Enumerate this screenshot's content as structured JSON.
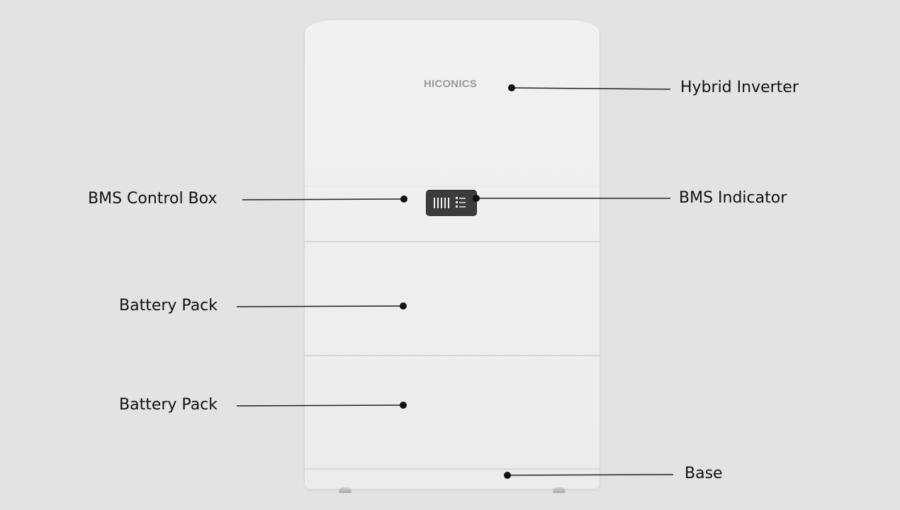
{
  "brand_logo": "HICONICS",
  "colors": {
    "background": "#e3e3e3",
    "cabinet": "#efefef",
    "indicator": "#3c3c3c",
    "callout": "#111111"
  },
  "callouts": {
    "hybrid_inverter": "Hybrid Inverter",
    "bms_control_box": "BMS Control Box",
    "bms_indicator": "BMS Indicator",
    "battery_pack_1": "Battery Pack",
    "battery_pack_2": "Battery Pack",
    "base": "Base"
  }
}
